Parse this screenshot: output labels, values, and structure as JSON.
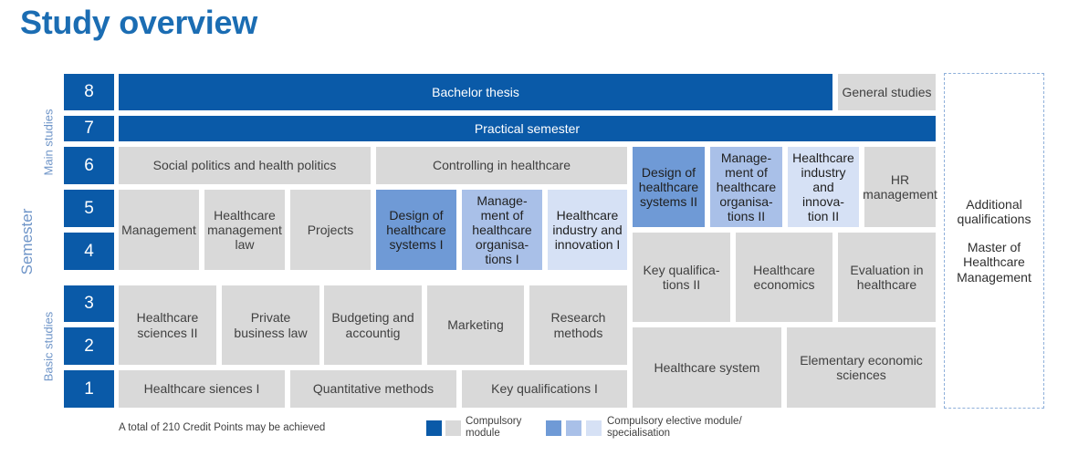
{
  "title": "Study overview",
  "axis": {
    "semester": "Semester",
    "main": "Main studies",
    "basic": "Basic studies"
  },
  "semesters": [
    "8",
    "7",
    "6",
    "5",
    "4",
    "3",
    "2",
    "1"
  ],
  "modules": {
    "bachelor_thesis": "Bachelor thesis",
    "general_studies": "General studies",
    "practical_semester": "Practical semester",
    "social_politics": "Social politics and health politics",
    "controlling": "Controlling in healthcare",
    "management": "Management",
    "healthcare_management_law": "Healthcare management law",
    "projects": "Projects",
    "design_1": "Design of healthcare systems I",
    "management_org_1": "Manage- ment of healthcare organisa- tions I",
    "industry_1": "Healthcare industry and innovation I",
    "design_2": "Design of healthcare systems II",
    "management_org_2": "Manage- ment of healthcare organisa- tions II",
    "industry_2": "Healthcare industry and innova- tion II",
    "hr_management": "HR management",
    "key_qual_2": "Key qualifica- tions II",
    "healthcare_economics": "Healthcare economics",
    "evaluation": "Evaluation in healthcare",
    "healthcare_sciences_2": "Healthcare sciences II",
    "private_business_law": "Private business law",
    "budgeting": "Budgeting and accountig",
    "marketing": "Marketing",
    "research_methods": "Research methods",
    "healthcare_system": "Healthcare system",
    "elementary_econ": "Elementary economic sciences",
    "healthcare_sciences_1": "Healthcare siences I",
    "quant_methods": "Quantitative methods",
    "key_qual_1": "Key qualifications I"
  },
  "additional": {
    "line1": "Additional qualifications",
    "line2": "Master of Healthcare Management"
  },
  "footer": {
    "credits": "A total of 210 Credit Points may be achieved",
    "compulsory": "Compulsory module",
    "elective": "Compulsory elective module/ specialisation"
  },
  "colors": {
    "compulsory": "#0a5aa8",
    "grey": "#d9d9d9",
    "elective_dark": "#6f9ad6",
    "elective_mid": "#a9c0e8",
    "elective_light": "#d6e1f5"
  }
}
